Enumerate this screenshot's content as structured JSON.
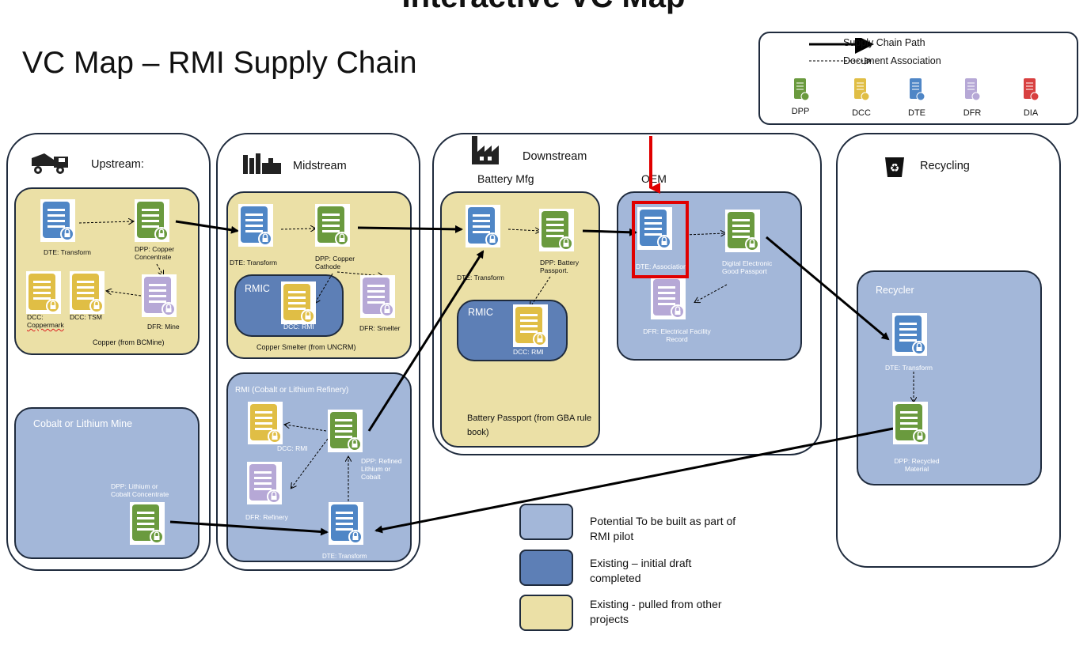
{
  "header": {
    "top_title": "Interactive VC Map",
    "title": "VC Map – RMI Supply Chain"
  },
  "legend": {
    "supply_chain_path": "Supply Chain Path",
    "document_association": "Document Association",
    "types": [
      {
        "label": "DPP",
        "color": "#6a9a3e"
      },
      {
        "label": "DCC",
        "color": "#e0be45"
      },
      {
        "label": "DTE",
        "color": "#4f86c6"
      },
      {
        "label": "DFR",
        "color": "#b6a8d6"
      },
      {
        "label": "DIA",
        "color": "#d84040"
      }
    ]
  },
  "stages": {
    "upstream": "Upstream:",
    "midstream": "Midstream",
    "downstream": "Downstream",
    "recycling": "Recycling"
  },
  "regions": {
    "copper_footer": "Copper (from BCMine)",
    "cobalt_lithium_mine": "Cobalt or Lithium Mine",
    "copper_smelter_footer": "Copper Smelter (from UNCRM)",
    "rmic_1": "RMIC",
    "rmi_refinery": "RMI (Cobalt or Lithium Refinery)",
    "battery_mfg": "Battery Mfg",
    "battery_passport_footer": "Battery Passport (from GBA rule book)",
    "rmic_2": "RMIC",
    "oem": "OEM",
    "recycler": "Recycler"
  },
  "docs": {
    "up_dte": "DTE: Transform",
    "up_dpp": "DPP: Copper Concentrate",
    "up_dcc_coppermark_prefix": "DCC:",
    "up_dcc_coppermark": "Coppermark",
    "up_dcc_tsm": "DCC: TSM",
    "up_dfr": "DFR: Mine",
    "up_cobalt_dpp": "DPP: Lithium or Cobalt Concentrate",
    "mid_dte": "DTE: Transform",
    "mid_dpp": "DPP: Copper Cathode",
    "mid_dcc": "DCC: RMI",
    "mid_dfr": "DFR: Smelter",
    "ref_dcc": "DCC: RMI",
    "ref_dpp": "DPP: Refined Lithium or Cobalt",
    "ref_dfr": "DFR: Refinery",
    "ref_dte": "DTE: Transform",
    "bat_dte": "DTE: Transform",
    "bat_dpp": "DPP: Battery Passport.",
    "bat_dcc": "DCC: RMI",
    "oem_dte": "DTE: Association",
    "oem_dpp": "Digital Electronic Good Passport",
    "oem_dfr": "DFR: Electrical Facility Record",
    "rec_dte": "DTE: Transform",
    "rec_dpp": "DPP: Recycled Material"
  },
  "key": {
    "potential": "Potential To be built as part of RMI pilot",
    "existing_initial": "Existing – initial draft completed",
    "existing_pulled": "Existing - pulled from other projects",
    "potential_color": "#a3b7d9",
    "existing_initial_color": "#5d7fb6",
    "existing_pulled_color": "#ebe0a6"
  },
  "highlight_color": "#e00000"
}
